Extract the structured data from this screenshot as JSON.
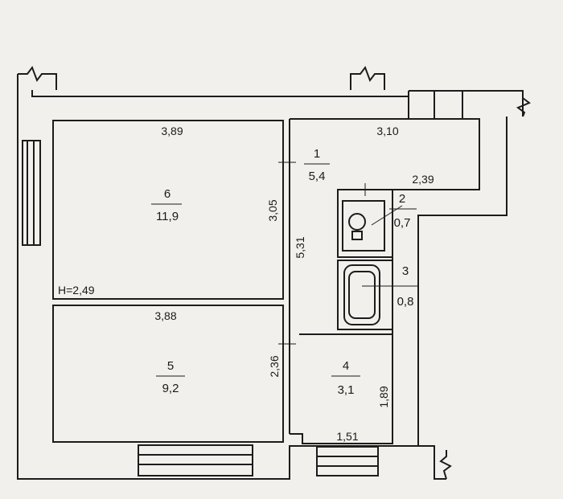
{
  "rooms": [
    {
      "number": "1",
      "area": "5,4"
    },
    {
      "number": "2",
      "area": "0,7"
    },
    {
      "number": "3",
      "area": "0,8"
    },
    {
      "number": "4",
      "area": "3,1"
    },
    {
      "number": "5",
      "area": "9,2"
    },
    {
      "number": "6",
      "area": "11,9"
    }
  ],
  "dimensions": {
    "room6_width": "3,89",
    "room6_depth": "3,05",
    "room5_width": "3,88",
    "room5_depth": "2,36",
    "hall_width": "3,10",
    "hall_length": "5,31",
    "hall_inner_width": "2,39",
    "room4_width": "1,51",
    "room4_depth": "1,89"
  },
  "ceiling_height": "H=2,49",
  "colors": {
    "line": "#1c1c1c",
    "paper": "#f1f0ec"
  }
}
